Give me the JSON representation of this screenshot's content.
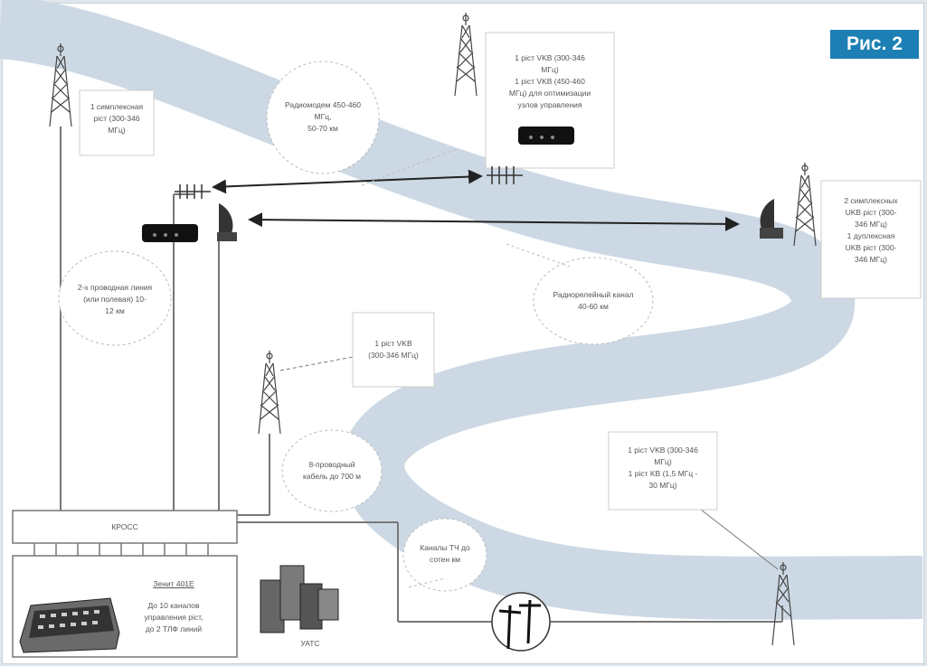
{
  "figure_label": "Рис. 2",
  "labels": {
    "left_repeater": "1 симплексная\nрiст (300-346\nМГц)",
    "top_repeater": "1 рiст VKB (300-346\nМГц)\n1 рiст VKB (450-460\nМГц) для оптимизации\nузлов управления",
    "radio_modem": "Радиомодем 450-460\nМГц,\n50-70 км",
    "right_repeater": "2 симплексных\nUKB рiст (300-\n346 МГц)\n1 дуплексная\nUKB рiст (300-\n346 МГц)",
    "two_wire_line": "2-х проводная линия\n(или полевая) 10-\n12 км",
    "radio_relay": "Радиорелейный канал\n40-60 км",
    "middle_repeater": "1 рiст VKB\n(300-346 МГц)",
    "cable": "8-проводный\nкабель до 700 м",
    "bottom_right_repeater": "1 рiст VKB (300-346\nМГц)\n1 рiст KB (1,5 МГц -\n30 МГц)",
    "tv_channels": "Каналы ТЧ до\nсотен км",
    "cross": "КРОСС",
    "console_title": "Зенит 401Е",
    "console_desc": "До 10 каналов\nуправления рiст,\nдо 2 ТЛФ линий",
    "ups": "УАТС"
  },
  "colors": {
    "river": "#ccd9e4",
    "badge": "#1d7fb4",
    "line": "#777777",
    "arrow": "#222222"
  },
  "icons": [
    "antenna-tower-icon",
    "yagi-antenna-icon",
    "dish-antenna-icon",
    "modem-icon",
    "control-console-icon",
    "server-rack-icon",
    "power-pole-icon"
  ]
}
